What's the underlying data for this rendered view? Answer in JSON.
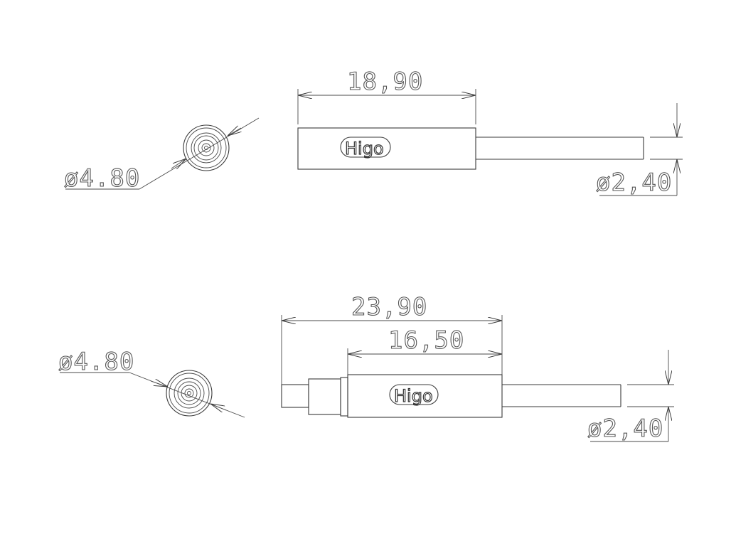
{
  "drawing": {
    "top_connector": {
      "end_view_diameter": "ø4.80",
      "body_length": "18,90",
      "pin_diameter": "ø2,40",
      "brand_logo": "Higo"
    },
    "bottom_connector": {
      "end_view_diameter": "ø4.80",
      "overall_length": "23,90",
      "body_length": "16,50",
      "pin_diameter": "ø2,40",
      "brand_logo": "Higo"
    }
  }
}
